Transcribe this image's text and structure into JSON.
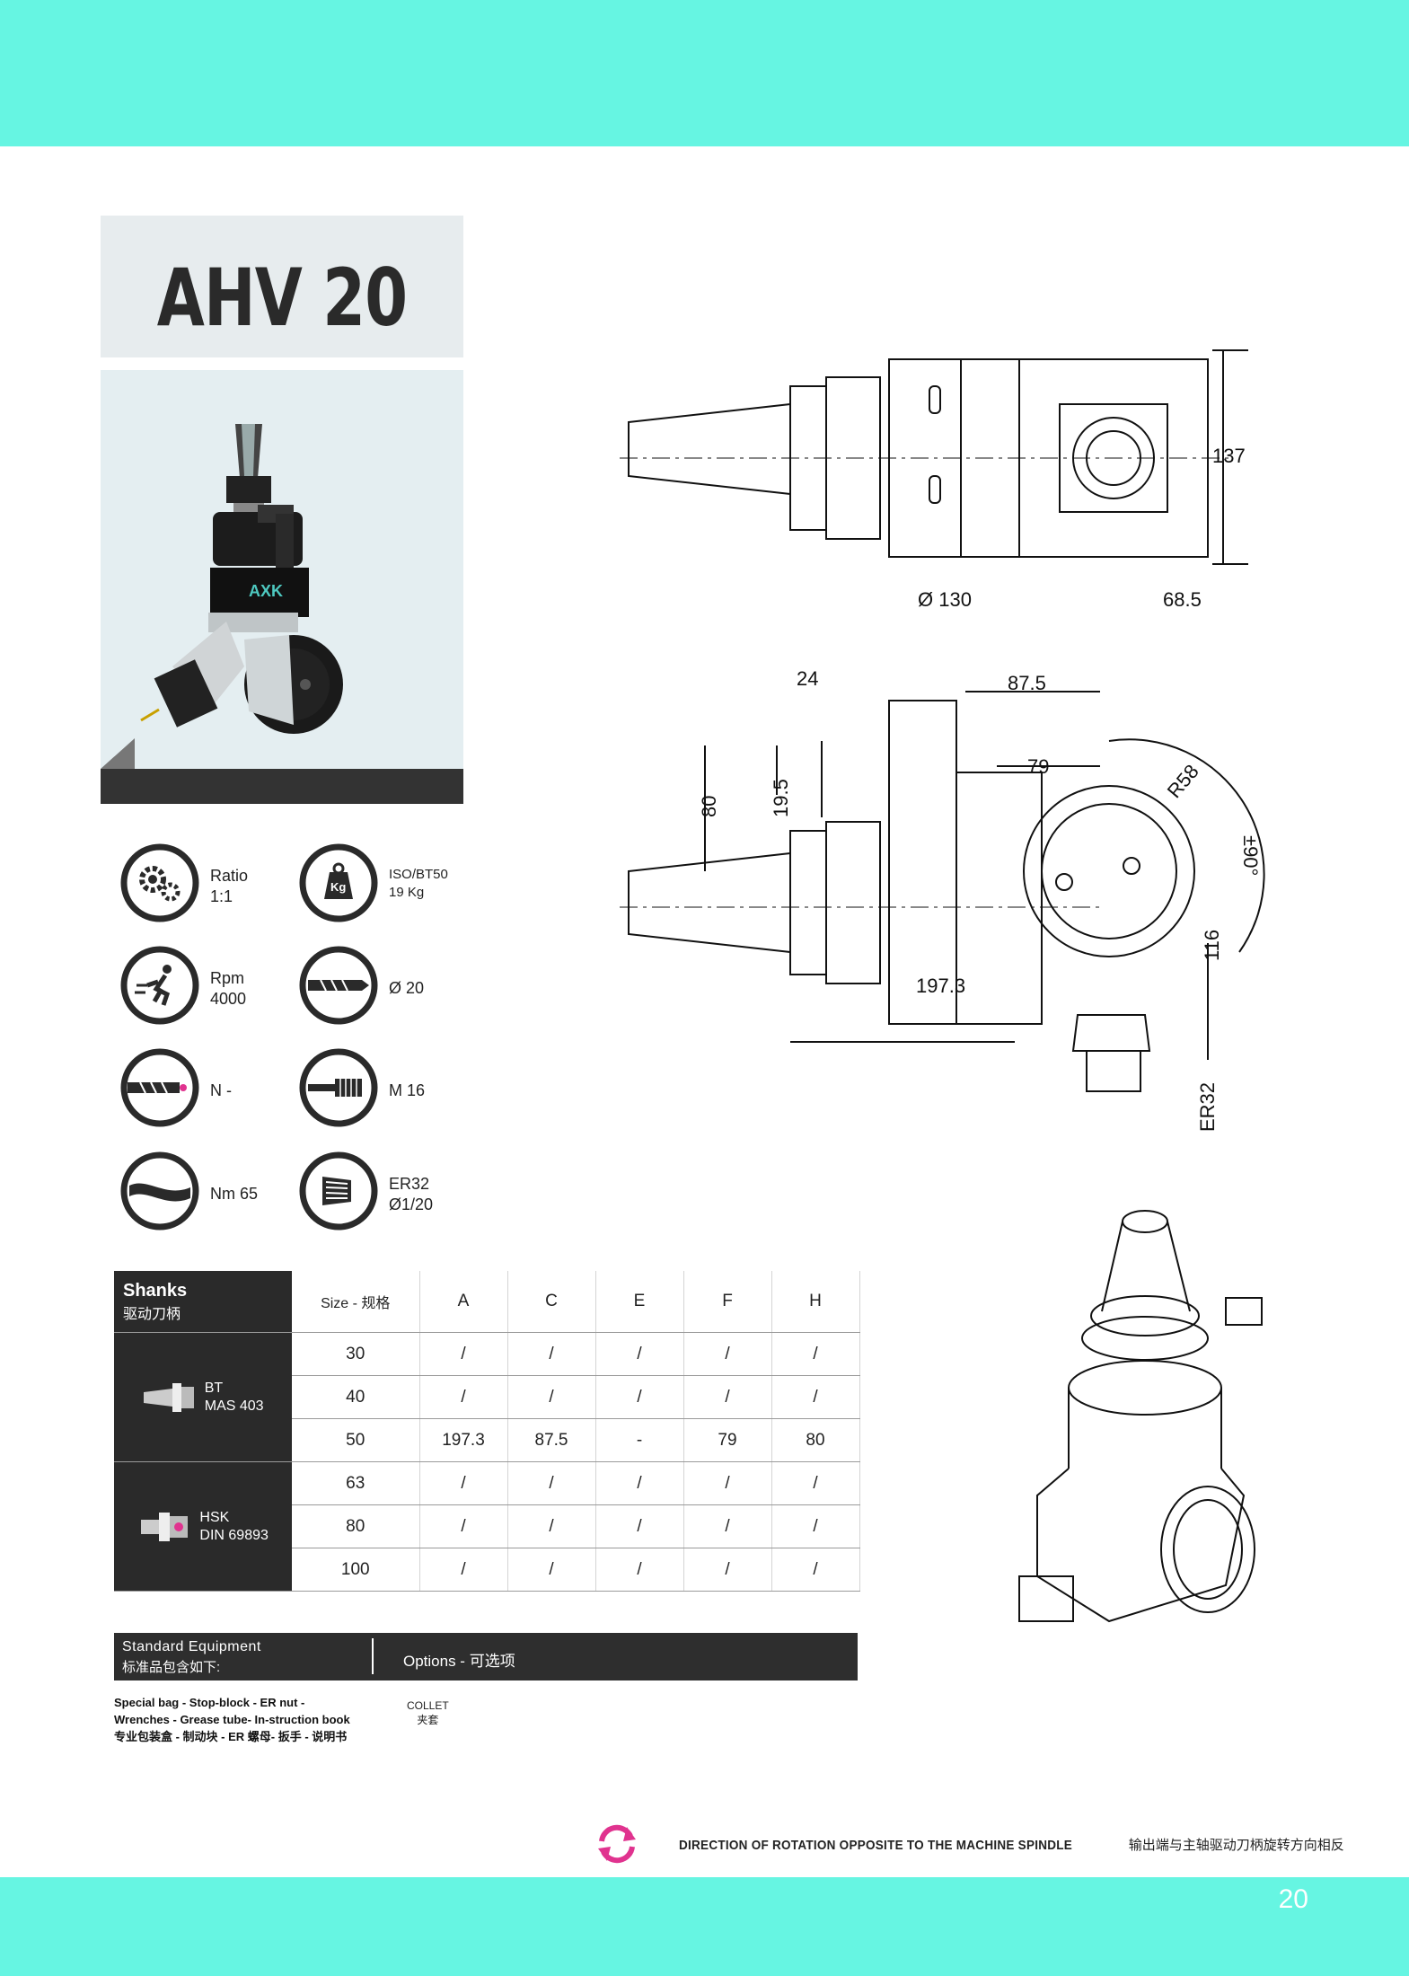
{
  "product": {
    "title": "AHV 20",
    "logo_text": "AXK"
  },
  "specs": [
    {
      "icon": "gears-icon",
      "lines": [
        "Ratio",
        "1:1"
      ]
    },
    {
      "icon": "weight-icon",
      "badge": "Kg",
      "lines": [
        "ISO/BT50",
        "19 Kg"
      ]
    },
    {
      "icon": "running-man-icon",
      "lines": [
        "Rpm",
        "4000"
      ]
    },
    {
      "icon": "drill-bit-icon",
      "lines": [
        "Ø 20"
      ]
    },
    {
      "icon": "coolant-icon",
      "lines": [
        "N -"
      ]
    },
    {
      "icon": "tap-icon",
      "lines": [
        "M 16"
      ]
    },
    {
      "icon": "torque-icon",
      "lines": [
        "Nm 65"
      ]
    },
    {
      "icon": "collet-icon",
      "lines": [
        "ER32",
        "Ø1/20"
      ]
    }
  ],
  "drawing_labels": {
    "d130": "Ø 130",
    "h137": "137",
    "d685": "68.5",
    "d24": "24",
    "d875": "87.5",
    "d79": "79",
    "r58": "R58",
    "d80": "80",
    "d195": "19.5",
    "ang": "±90°",
    "d116": "116",
    "d1973": "197.3",
    "er32": "ER32"
  },
  "shanks": {
    "title_en": "Shanks",
    "title_cn": "驱动刀柄",
    "size_header": "Size - 规格",
    "columns": [
      "A",
      "C",
      "E",
      "F",
      "H"
    ],
    "groups": [
      {
        "name": [
          "BT",
          "MAS 403"
        ],
        "rows": [
          {
            "size": "30",
            "values": [
              "/",
              "/",
              "/",
              "/",
              "/"
            ]
          },
          {
            "size": "40",
            "values": [
              "/",
              "/",
              "/",
              "/",
              "/"
            ]
          },
          {
            "size": "50",
            "values": [
              "197.3",
              "87.5",
              "-",
              "79",
              "80"
            ]
          }
        ]
      },
      {
        "name": [
          "HSK",
          "DIN 69893"
        ],
        "rows": [
          {
            "size": "63",
            "values": [
              "/",
              "/",
              "/",
              "/",
              "/"
            ]
          },
          {
            "size": "80",
            "values": [
              "/",
              "/",
              "/",
              "/",
              "/"
            ]
          },
          {
            "size": "100",
            "values": [
              "/",
              "/",
              "/",
              "/",
              "/"
            ]
          }
        ]
      }
    ]
  },
  "equipment": {
    "title_en": "Standard Equipment",
    "title_cn": "标准品包含如下:",
    "options": "Options - 可选项",
    "items_en": "Special bag - Stop-block - ER nut - Wrenches - Grease tube- In-struction book",
    "items_cn": "专业包装盒 - 制动块 - ER 螺母- 扳手 - 说明书",
    "collet_en": "COLLET",
    "collet_cn": "夹套"
  },
  "footer": {
    "note_en": "DIRECTION OF ROTATION OPPOSITE TO THE MACHINE SPINDLE",
    "note_cn": "输出端与主轴驱动刀柄旋转方向相反",
    "page_number": "20",
    "rotation_icon_color": "#e0338f"
  },
  "colors": {
    "band": "#66f5e2",
    "dark": "#2a2a2a"
  }
}
